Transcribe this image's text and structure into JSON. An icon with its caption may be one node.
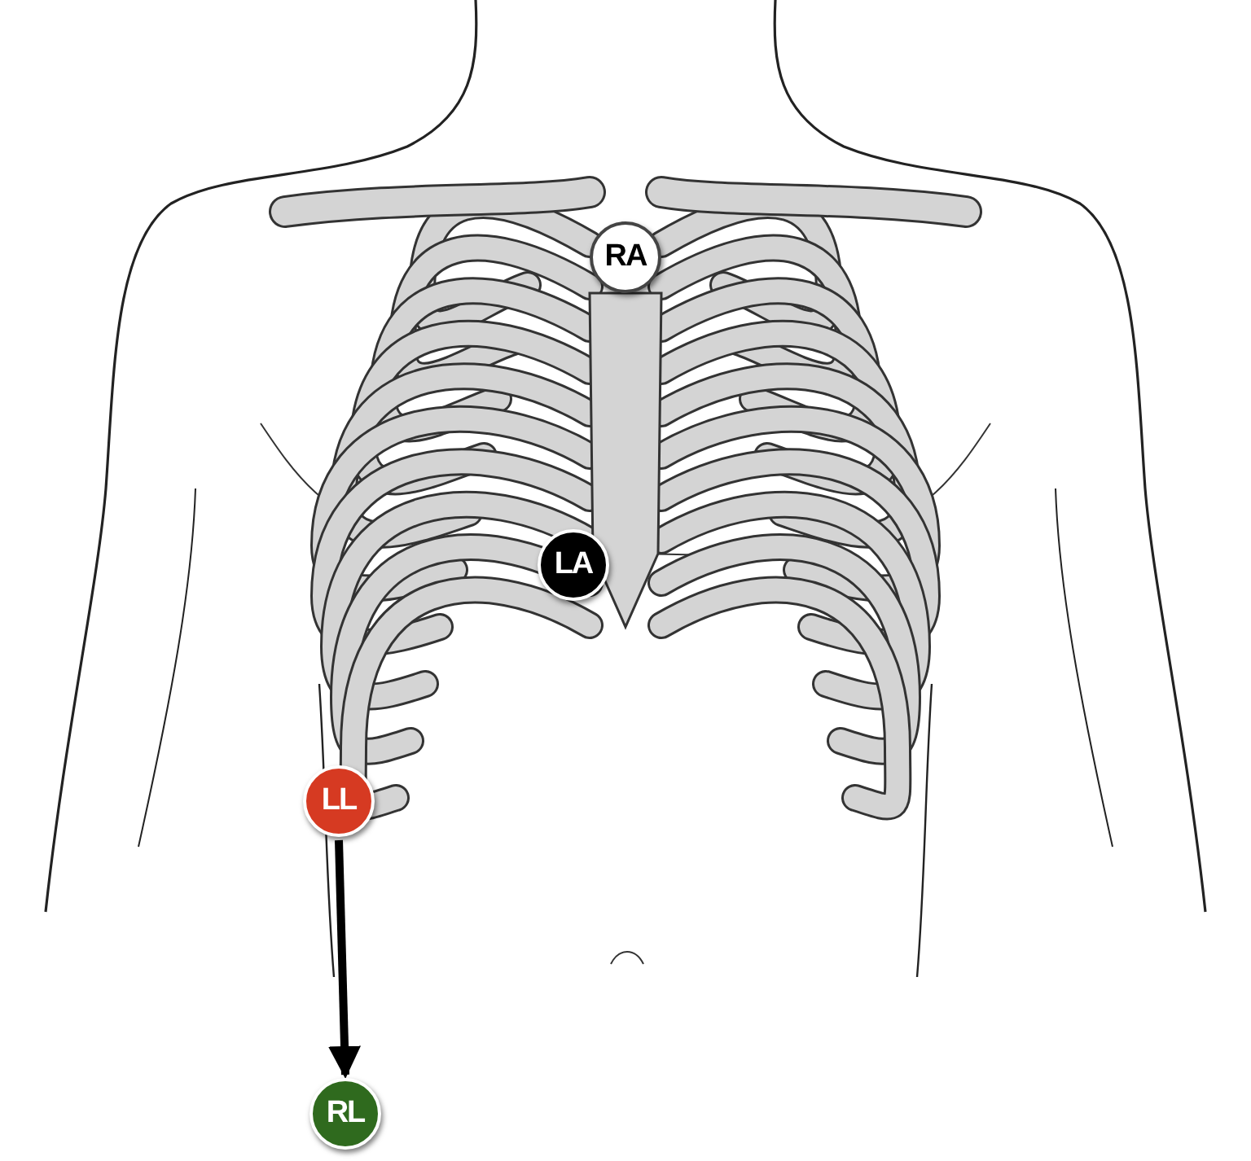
{
  "diagram": {
    "nodes": [
      {
        "text": [
          "RA"
        ]
      },
      {
        "text": [
          "LA"
        ]
      },
      {
        "text": [
          "LL"
        ]
      },
      {
        "text": [
          "RL"
        ]
      }
    ],
    "edges": [
      {
        "from": 2,
        "to": 3,
        "arrow": "to"
      }
    ]
  }
}
